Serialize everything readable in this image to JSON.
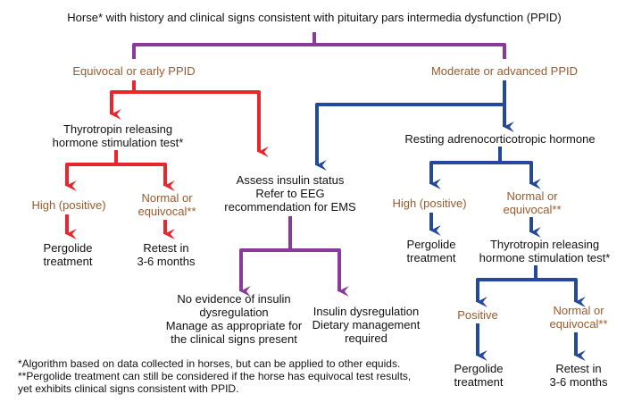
{
  "colors": {
    "purple": "#8a3a9a",
    "red": "#e8262e",
    "blue": "#24489a",
    "branch_text": "#9a5a2c",
    "text": "#111111"
  },
  "nodes": {
    "root": "Horse* with history and clinical signs consistent with pituitary pars intermedia dysfunction (PPID)",
    "equivocal_early": "Equivocal or early PPID",
    "moderate_advanced": "Moderate or advanced PPID",
    "trh_left_1": "Thyrotropin releasing",
    "trh_left_2": "hormone stimulation test*",
    "insulin_1": "Assess insulin status",
    "insulin_2": "Refer to EEG",
    "insulin_3": "recommendation for EMS",
    "acth": "Resting adrenocorticotropic hormone",
    "left_high": "High (positive)",
    "left_normal_1": "Normal or",
    "left_normal_2": "equivocal**",
    "left_pergolide_1": "Pergolide",
    "left_pergolide_2": "treatment",
    "retest_left_1": "Retest in",
    "retest_left_2": "3-6 months",
    "acth_high": "High (positive)",
    "acth_normal_1": "Normal or",
    "acth_normal_2": "equivocal**",
    "mid_pergolide_1": "Pergolide",
    "mid_pergolide_2": "treatment",
    "trh_right_1": "Thyrotropin releasing",
    "trh_right_2": "hormone stimulation test*",
    "no_ir_1": "No evidence of insulin",
    "no_ir_2": "dysregulation",
    "no_ir_3": "Manage as appropriate for",
    "no_ir_4": "the clinical signs present",
    "ir_1": "Insulin dysregulation",
    "ir_2": "Dietary management",
    "ir_3": "required",
    "right_positive": "Positive",
    "right_normal_1": "Normal or",
    "right_normal_2": "equivocal**",
    "right_pergolide_1": "Pergolide",
    "right_pergolide_2": "treatment",
    "retest_right_1": "Retest in",
    "retest_right_2": "3-6 months"
  },
  "footnotes": {
    "line1": "*Algorithm based on data collected in horses, but can be applied to other equids.",
    "line2": "**Pergolide treatment can still be considered if the horse has equivocal test results,",
    "line3": "yet exhibits clinical signs consistent with PPID."
  }
}
